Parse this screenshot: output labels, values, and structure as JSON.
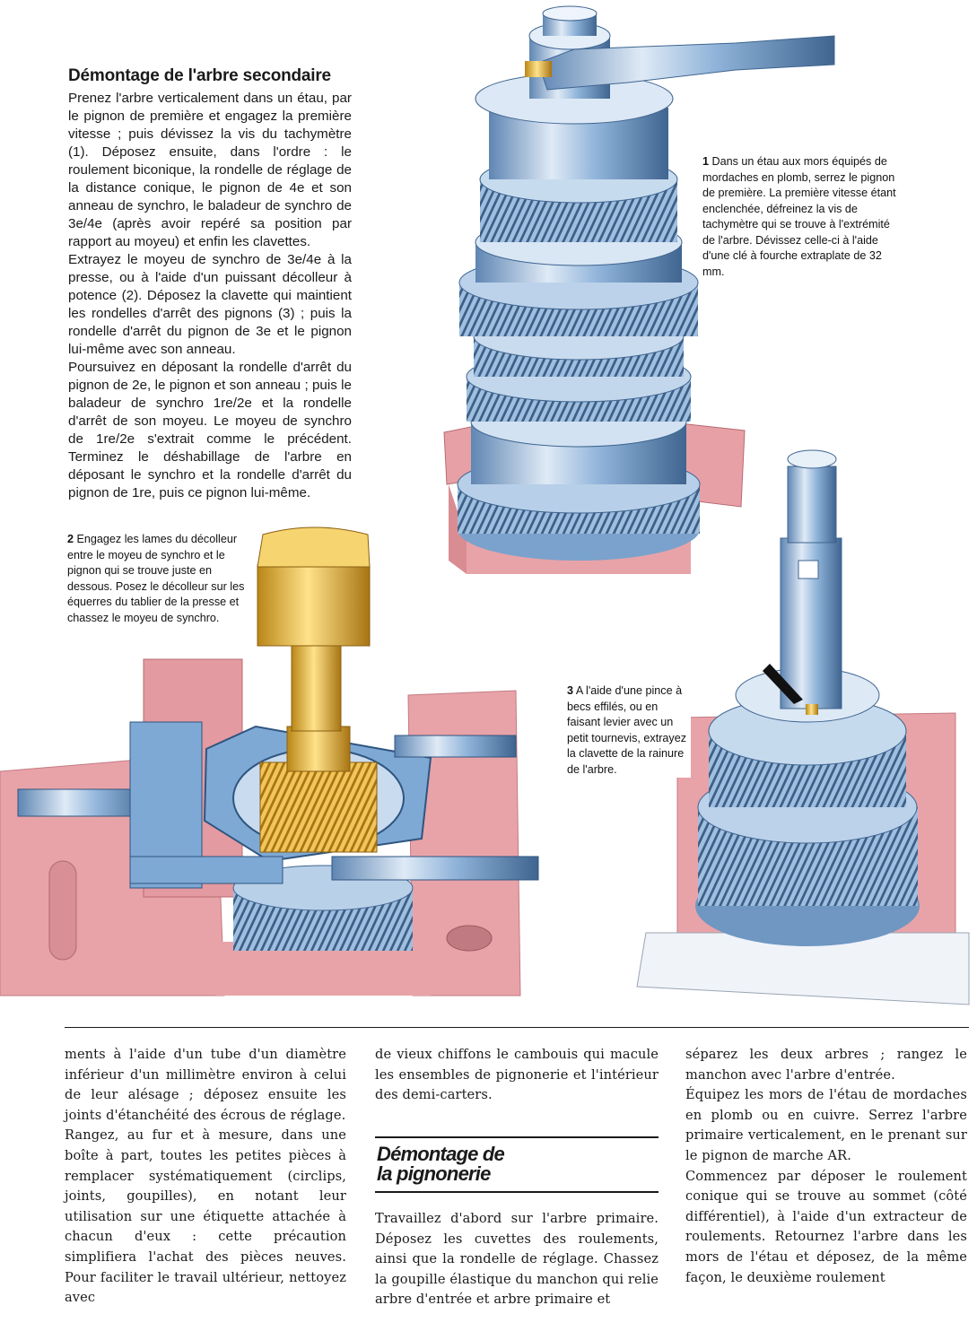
{
  "intro": {
    "heading": "Démontage de l'arbre secondaire",
    "paragraphs": [
      "Prenez l'arbre verticalement dans un étau, par le pignon de première et engagez la première vitesse ; puis dévissez la vis du tachymètre (1). Déposez ensuite, dans l'ordre : le roulement biconique, la rondelle de réglage de la distance conique, le pignon de 4e et son anneau de synchro, le baladeur de synchro de 3e/4e (après avoir repéré sa position par rapport au moyeu) et enfin les clavettes.",
      "Extrayez le moyeu de synchro de 3e/4e à la presse, ou à l'aide d'un puissant décolleur à potence (2). Déposez la clavette qui maintient les rondelles d'arrêt des pignons (3) ; puis la rondelle d'arrêt du pignon de 3e et le pignon lui-même avec son anneau.",
      "Poursuivez en déposant la rondelle d'arrêt du pignon de 2e, le pignon et son anneau ; puis le baladeur de synchro 1re/2e et la rondelle d'arrêt de son moyeu. Le moyeu de synchro de 1re/2e s'extrait comme le précédent. Terminez le déshabillage de l'arbre en déposant le synchro et la rondelle d'arrêt du pignon de 1re, puis ce pignon lui-même."
    ]
  },
  "captions": {
    "c1": {
      "num": "1",
      "text": "Dans un étau aux mors équipés de mordaches en plomb, serrez le pignon de première. La première vitesse étant enclenchée, défreinez la vis de tachymètre qui se trouve à l'extrémité de l'arbre. Dévissez celle-ci à l'aide d'une clé à fourche extraplate de 32 mm."
    },
    "c2": {
      "num": "2",
      "text": "Engagez les lames du décolleur entre le moyeu de synchro et le pignon qui se trouve juste en dessous. Posez le décolleur sur les équerres du tablier de la presse et chassez le moyeu de synchro."
    },
    "c3": {
      "num": "3",
      "text": "A l'aide d'une pince à becs effilés, ou en faisant levier avec un petit tournevis, extrayez la clavette de la rainure de l'arbre."
    }
  },
  "columns": {
    "left": [
      "ments à l'aide d'un tube d'un diamètre inférieur d'un millimètre environ à celui de leur alésage ; déposez ensuite les joints d'étanchéité des écrous de réglage.",
      "Rangez, au fur et à mesure, dans une boîte à part, toutes les petites pièces à remplacer systématiquement (circlips, joints, goupilles), en notant leur utilisation sur une étiquette attachée à chacun d'eux : cette précaution simplifiera l'achat des pièces neuves. Pour faciliter le travail ultérieur, nettoyez avec"
    ],
    "middle_top": "de vieux chiffons le cambouis qui macule les ensembles de pignonerie et l'intérieur des demi-carters.",
    "subheading": [
      "Démontage de",
      "la pignonerie"
    ],
    "middle_bottom": "Travaillez d'abord sur l'arbre primaire. Déposez les cuvettes des roulements, ainsi que la rondelle de réglage. Chassez la goupille élastique du manchon qui relie arbre d'entrée et arbre primaire et",
    "right": [
      "séparez les deux arbres ; rangez le manchon avec l'arbre d'entrée.",
      "Équipez les mors de l'étau de mordaches en plomb ou en cuivre. Serrez l'arbre primaire verticalement, en le prenant sur le pignon de marche AR.",
      "Commencez par déposer le roulement conique qui se trouve au sommet (côté différentiel), à l'aide d'un extracteur de roulements. Retournez l'arbre dans les mors de l'étau et déposez, de la même façon, le deuxième roulement"
    ]
  },
  "colors": {
    "vice_pink": "#e8a3a8",
    "steel_blue": "#7ea9d4",
    "steel_light": "#c9dbee",
    "brass": "#e2b13a",
    "text": "#1a1a1a"
  }
}
